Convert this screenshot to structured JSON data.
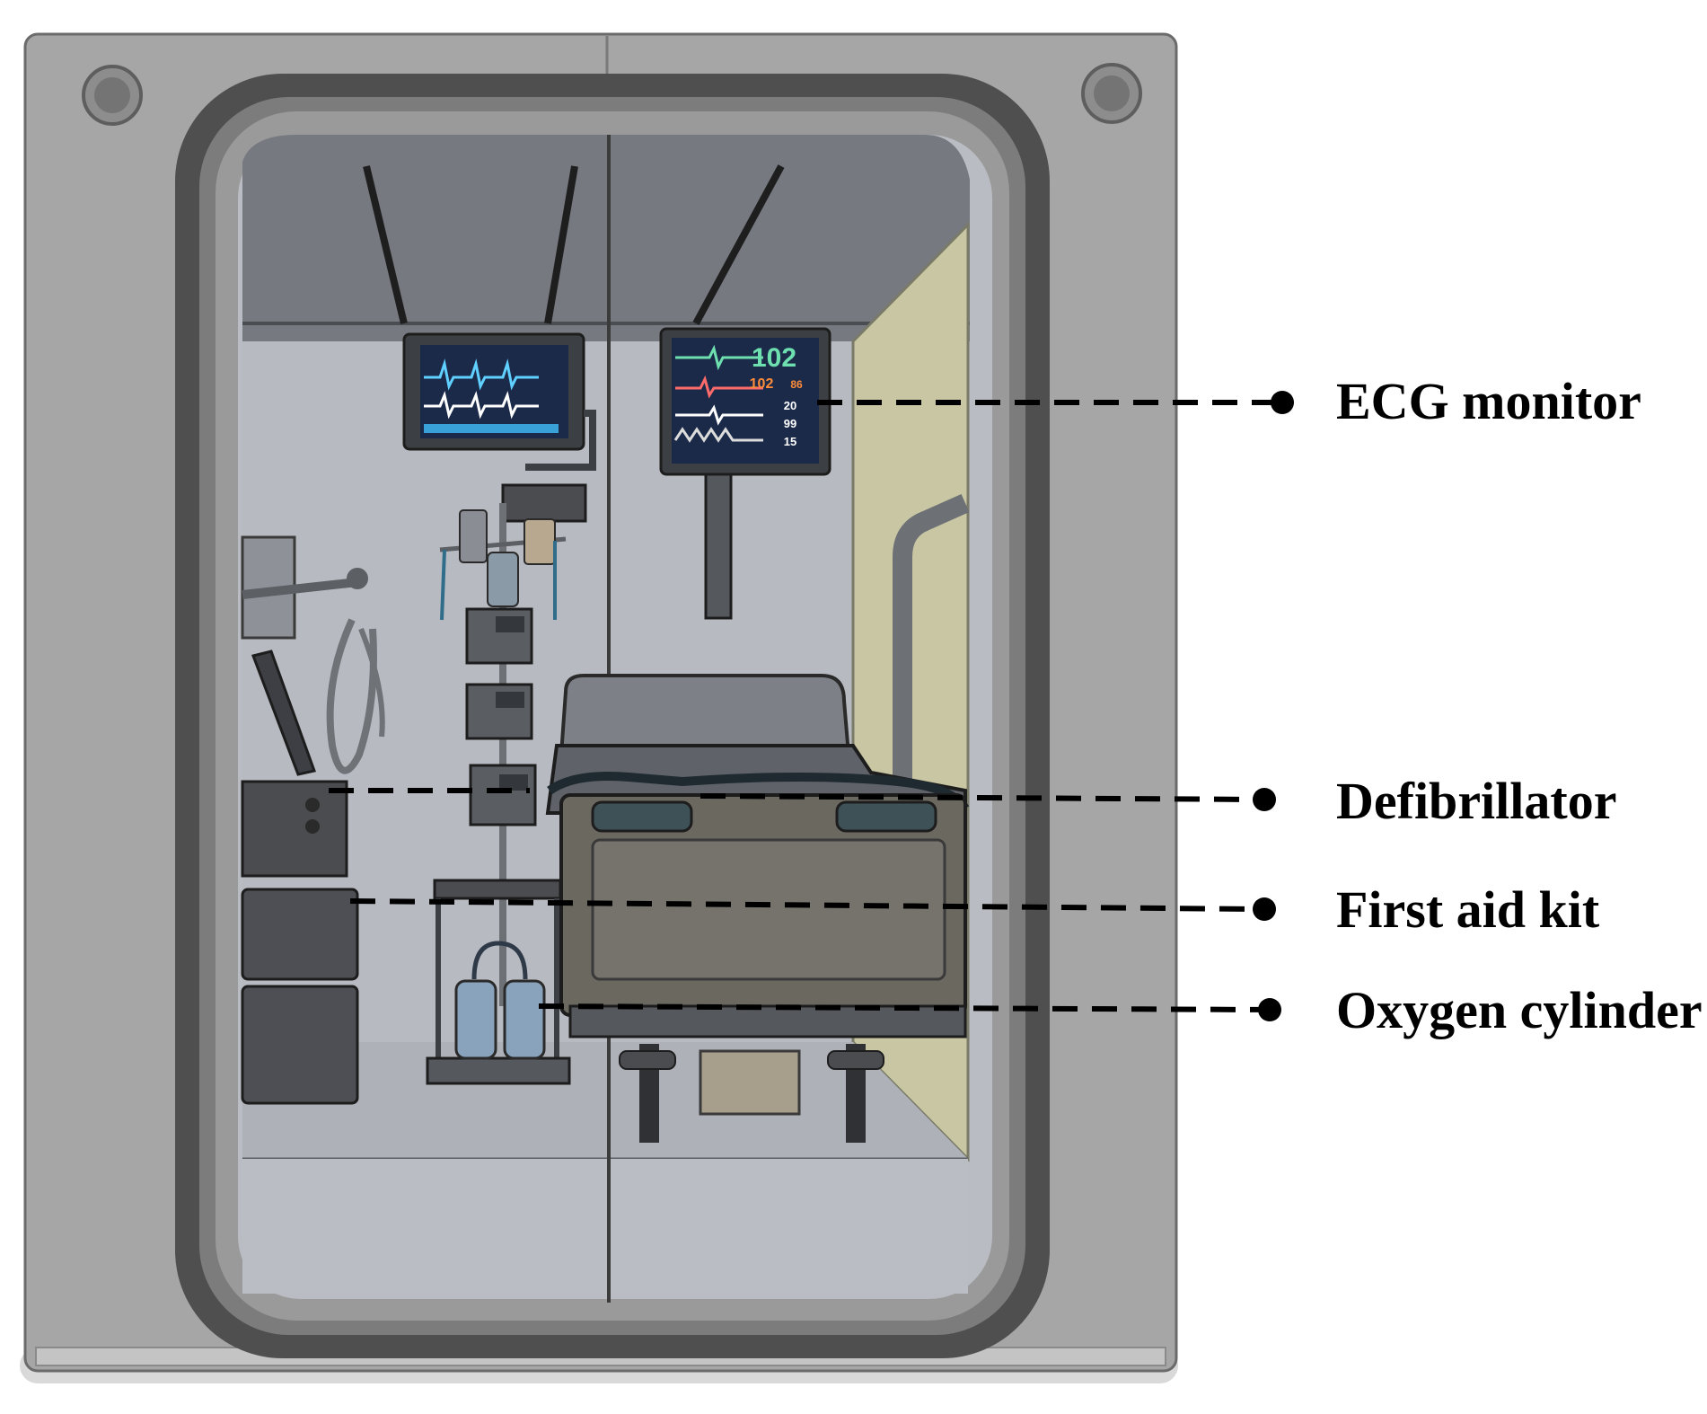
{
  "callouts": [
    {
      "id": "ecg",
      "label": "ECG monitor"
    },
    {
      "id": "defib",
      "label": "Defibrillator"
    },
    {
      "id": "firstaid",
      "label": "First aid kit"
    },
    {
      "id": "oxygen",
      "label": "Oxygen cylinder"
    }
  ],
  "monitor_readouts": {
    "main_value": "102",
    "secondary_value": "102",
    "secondary_small": "86",
    "value_3": "20",
    "value_4": "99",
    "value_5": "15"
  },
  "colors": {
    "frame": "#a6a6a6",
    "gasket": "#565656",
    "interior": "#b9bcc2",
    "ceiling": "#767a80",
    "side_wall": "#c9c7a3",
    "leader": "#000000",
    "monitor_screen": "#1c2a4a",
    "readout_green": "#6ee0b0",
    "readout_orange": "#ff8c3a"
  }
}
